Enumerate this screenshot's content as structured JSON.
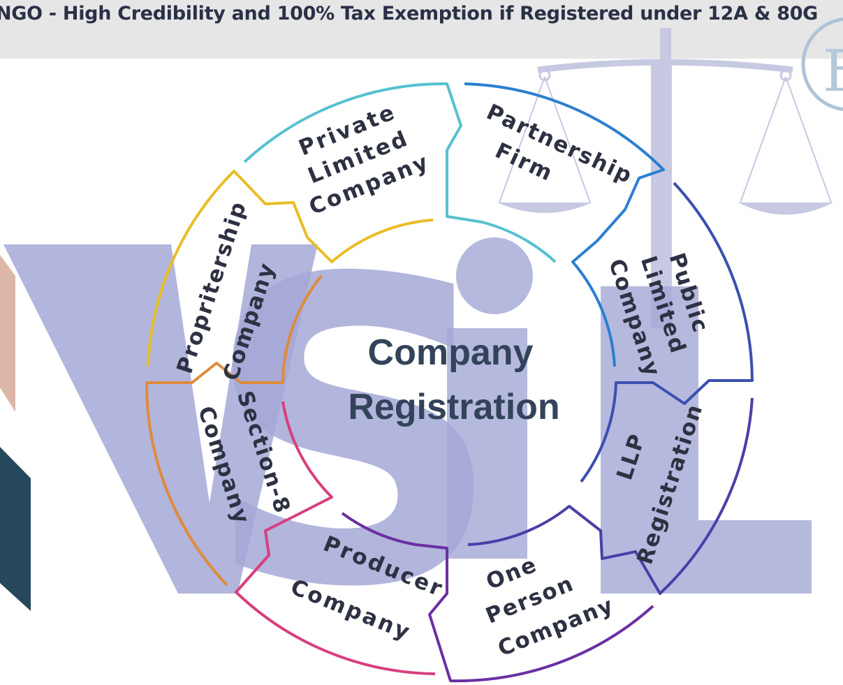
{
  "banner": {
    "text": "NGO - High Credibility and 100% Tax Exemption if Registered under 12A & 80G"
  },
  "center": {
    "line1": "Company",
    "line2": "Registration"
  },
  "segments": [
    {
      "id": "private-limited-company",
      "lines": [
        "Private",
        "Limited",
        "Company"
      ],
      "color": "#55c1cf"
    },
    {
      "id": "partnership-firm",
      "lines": [
        "Partnership",
        "Firm"
      ],
      "color": "#2a7fd0"
    },
    {
      "id": "public-limited-company",
      "lines": [
        "Public",
        "Limited",
        "Company"
      ],
      "color": "#3b4fb0"
    },
    {
      "id": "llp-registration",
      "lines": [
        "Registration",
        "LLP"
      ],
      "color": "#4a3fa8"
    },
    {
      "id": "one-person-company",
      "lines": [
        "One",
        "Person",
        "Company"
      ],
      "color": "#6b2fa3"
    },
    {
      "id": "producer-company",
      "lines": [
        "Producer",
        "Company"
      ],
      "color": "#d83f7e"
    },
    {
      "id": "section-8-company",
      "lines": [
        "Section-8",
        "Company"
      ],
      "color": "#e08a3b"
    },
    {
      "id": "proprietorship-company",
      "lines": [
        "Propritership",
        "Company"
      ],
      "color": "#e8bd27"
    }
  ],
  "watermark": {
    "letters": [
      "V",
      "S",
      "i",
      "L"
    ],
    "color": "#9fa3d6"
  }
}
